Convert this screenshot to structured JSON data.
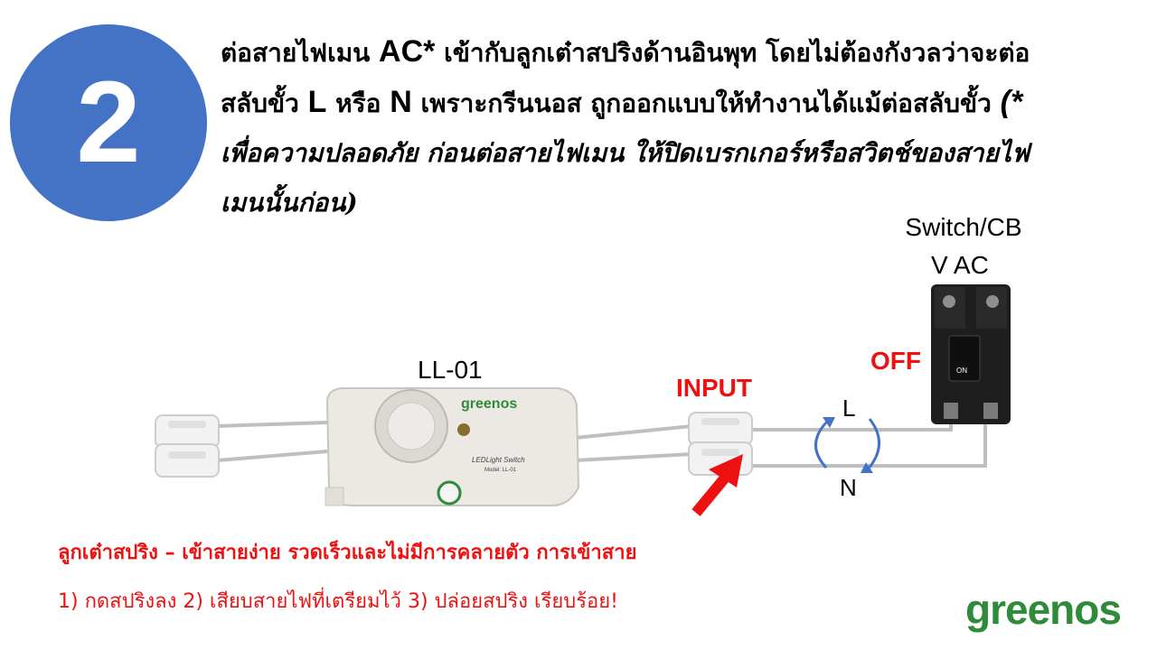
{
  "step": {
    "number": "2",
    "color": "#4472c4"
  },
  "instruction": {
    "line1_a": "ต่อสายไฟเมน ",
    "line1_ac": "AC*",
    "line1_b": " เข้ากับลูกเต๋าสปริงด้านอินพุท โดยไม่ต้องกังวลว่าจะต่อ",
    "line2_a": "สลับขั้ว ",
    "line2_l": "L",
    "line2_b": " หรือ ",
    "line2_n": "N",
    "line2_c": " เพราะกรีนนอส ถูกออกแบบให้ทำงานได้แม้ต่อสลับขั้ว ",
    "line2_d": "(*",
    "line3": "เพื่อความปลอดภัย ก่อนต่อสายไฟเมน ให้ปิดเบรกเกอร์หรือสวิตช์ของสายไฟ",
    "line4": "เมนนั้นก่อน)"
  },
  "diagram": {
    "device_label": "LL-01",
    "device_brand": "greenos",
    "device_caption": "LEDLight Switch",
    "device_model": "Model: LL-01",
    "switch_label": "Switch/CB",
    "voltage_label": "V AC",
    "input_label": "INPUT",
    "off_label": "OFF",
    "on_label": "ON",
    "live_label": "L",
    "neutral_label": "N",
    "accent_red": "#ee1111",
    "arrow_blue": "#4472c4"
  },
  "note": {
    "line1": "ลูกเต๋าสปริง – เข้าสายง่าย รวดเร็วและไม่มีการคลายตัว การเข้าสาย",
    "line2": "1) กดสปริงลง 2) เสียบสายไฟที่เตรียมไว้  3) ปล่อยสปริง เรียบร้อย!"
  },
  "logo": {
    "text": "greenos",
    "color": "#2e8b3a"
  }
}
